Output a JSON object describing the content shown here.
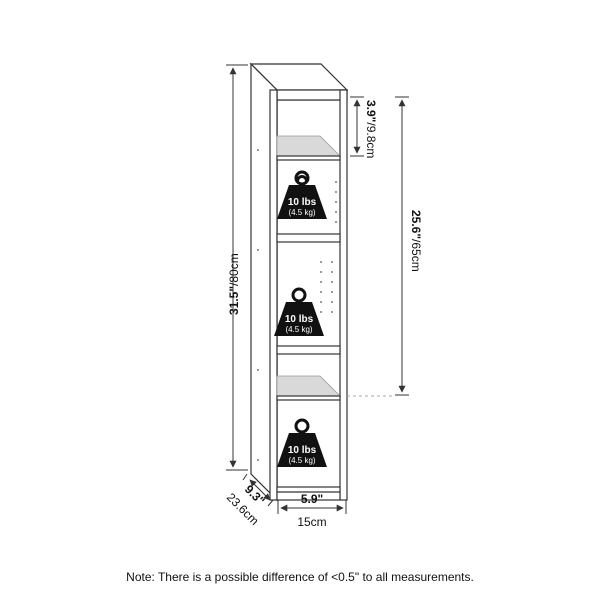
{
  "dimensions": {
    "total_height": {
      "imperial": "31.5\"",
      "metric": "/80cm"
    },
    "top_shelf_gap": {
      "imperial": "3.9\"",
      "metric": "/9.8cm"
    },
    "inner_height": {
      "imperial": "25.6\"",
      "metric": "/65cm"
    },
    "depth": {
      "imperial": "9.3\"",
      "metric": "23.6cm"
    },
    "width": {
      "imperial": "5.9\"",
      "metric": "15cm"
    }
  },
  "shelf_load_badges": [
    {
      "lbs": "10 lbs",
      "kg": "(4.5 kg)"
    },
    {
      "lbs": "10 lbs",
      "kg": "(4.5 kg)"
    },
    {
      "lbs": "10 lbs",
      "kg": "(4.5 kg)"
    }
  ],
  "colors": {
    "outline": "#333333",
    "shelf_shade": "#d9d9d9",
    "weight_fill": "#111111"
  },
  "note": "Note: There is a possible difference of <0.5\" to all measurements."
}
